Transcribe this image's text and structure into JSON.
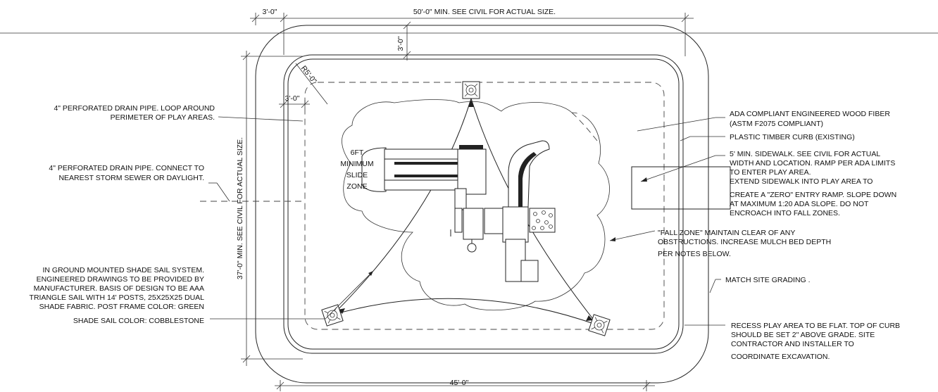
{
  "dimensions": {
    "top_offset": "3'-0\"",
    "overall_width": "50'-0\" MIN. SEE CIVIL FOR ACTUAL SIZE.",
    "curb_offset_top": "3'-0\"",
    "radius": "R5'-0\"",
    "curb_offset_left": "3'-0\"",
    "overall_height": "37'-0\" MIN. SEE CIVIL FOR ACTUAL SIZE.",
    "bottom_width": "45'-0\""
  },
  "zone_label": [
    "6FT",
    "MINIMUM",
    "SLIDE",
    "ZONE"
  ],
  "notes_left": {
    "drain_loop": [
      "4\" PERFORATED DRAIN PIPE. LOOP AROUND",
      "PERIMETER OF PLAY AREAS."
    ],
    "drain_connect": [
      "4\" PERFORATED DRAIN PIPE. CONNECT TO",
      "NEAREST STORM SEWER OR DAYLIGHT."
    ],
    "shade_sail": [
      "IN GROUND MOUNTED SHADE SAIL SYSTEM.",
      "ENGINEERED DRAWINGS TO BE  PROVIDED BY",
      "MANUFACTURER. BASIS OF DESIGN TO BE AAA",
      "TRIANGLE SAIL WITH 14' POSTS, 25X25X25 DUAL",
      "SHADE FABRIC.  POST FRAME COLOR: GREEN",
      "SHADE SAIL COLOR: COBBLESTONE"
    ]
  },
  "notes_right": {
    "wood_fiber": [
      "ADA COMPLIANT ENGINEERED WOOD FIBER",
      "(ASTM F2075 COMPLIANT)"
    ],
    "curb": [
      "PLASTIC TIMBER CURB (EXISTING)"
    ],
    "sidewalk": [
      "5' MIN. SIDEWALK.  SEE CIVIL FOR ACTUAL",
      "WIDTH AND LOCATION.  RAMP PER ADA LIMITS",
      "TO ENTER PLAY AREA.",
      "EXTEND SIDEWALK INTO PLAY AREA TO",
      "CREATE A \"ZERO\" ENTRY RAMP.  SLOPE DOWN",
      "AT MAXIMUM 1:20 ADA SLOPE. DO NOT",
      "ENCROACH INTO FALL ZONES."
    ],
    "fall_zone": [
      "\"FALL ZONE\" MAINTAIN CLEAR OF ANY",
      "OBSTRUCTIONS. INCREASE MULCH BED DEPTH",
      "PER NOTES BELOW."
    ],
    "grading": [
      "MATCH SITE GRADING ."
    ],
    "recess": [
      "RECESS PLAY AREA TO BE FLAT. TOP OF  CURB",
      "SHOULD BE SET 2\" ABOVE GRADE. SITE",
      "CONTRACTOR AND INSTALLER TO",
      "COORDINATE EXCAVATION."
    ]
  }
}
